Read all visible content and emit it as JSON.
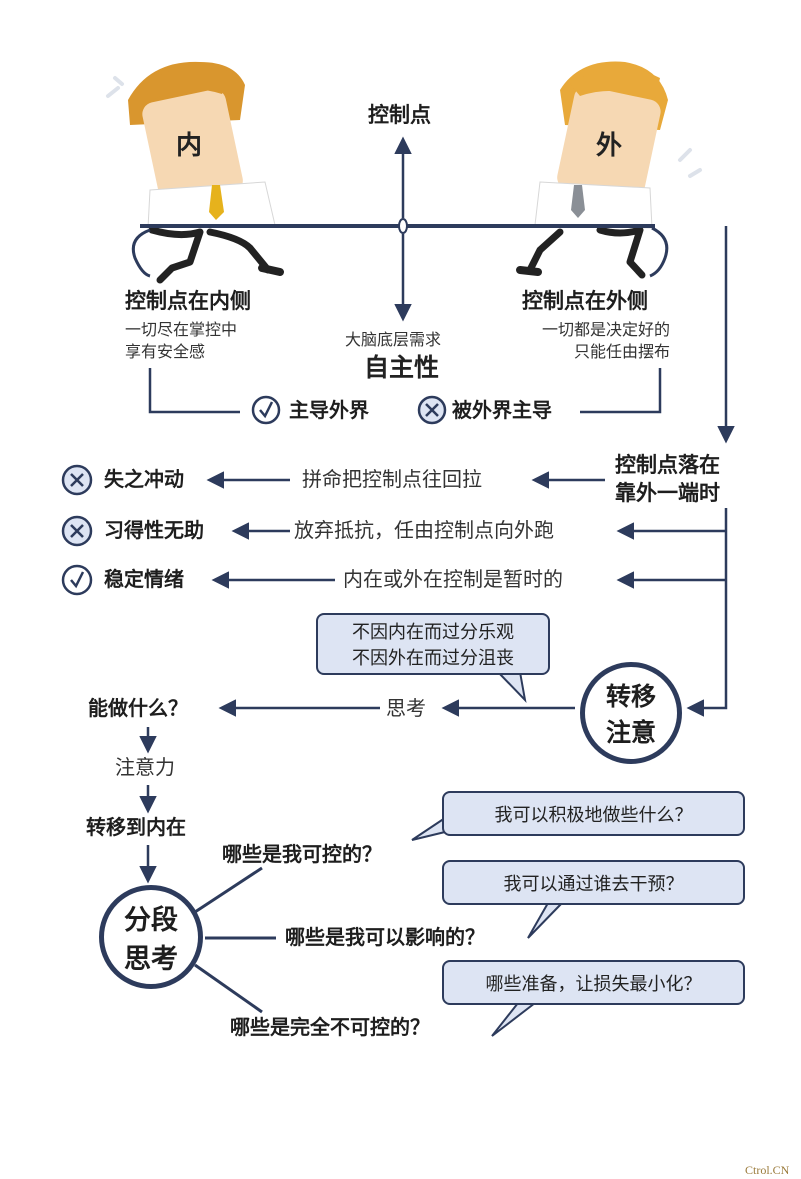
{
  "top": {
    "control_point": "控制点",
    "inner_head_label": "内",
    "outer_head_label": "外",
    "inside_title": "控制点在内侧",
    "inside_desc_1": "一切尽在掌控中",
    "inside_desc_2": "享有安全感",
    "outside_title": "控制点在外侧",
    "outside_desc_1": "一切都是决定好的",
    "outside_desc_2": "只能任由摆布",
    "brain_need": "大脑底层需求",
    "autonomy": "自主性",
    "lead_world": "主导外界",
    "led_by_world": "被外界主导"
  },
  "middle": {
    "condition_1": "控制点落在",
    "condition_2": "靠外一端时",
    "rows": [
      {
        "mark": "x",
        "result": "失之冲动",
        "action": "拼命把控制点往回拉"
      },
      {
        "mark": "x",
        "result": "习得性无助",
        "action": "放弃抵抗，任由控制点向外跑"
      },
      {
        "mark": "check",
        "result": "稳定情绪",
        "action": "内在或外在控制是暂时的"
      }
    ],
    "note_1": "不因内在而过分乐观",
    "note_2": "不因外在而过分沮丧",
    "shift_1": "转移",
    "shift_2": "注意",
    "think": "思考",
    "what_can_do": "能做什么？"
  },
  "bottom": {
    "attention": "注意力",
    "shift_inward": "转移到内在",
    "segment_1": "分段",
    "segment_2": "思考",
    "questions": [
      {
        "q": "哪些是我可控的？",
        "bubble": "我可以积极地做些什么？"
      },
      {
        "q": "哪些是我可以影响的？",
        "bubble": "我可以通过谁去干预？"
      },
      {
        "q": "哪些是完全不可控的？",
        "bubble": "哪些准备，让损失最小化？"
      }
    ]
  },
  "watermark": "Ctrol.CN",
  "colors": {
    "navy": "#2d3b5c",
    "bubble_fill": "#dde4f3",
    "hair": "#d9962e",
    "skin": "#f6d8b3",
    "tie_inner": "#e6b21c",
    "tie_outer": "#8a8f96"
  }
}
